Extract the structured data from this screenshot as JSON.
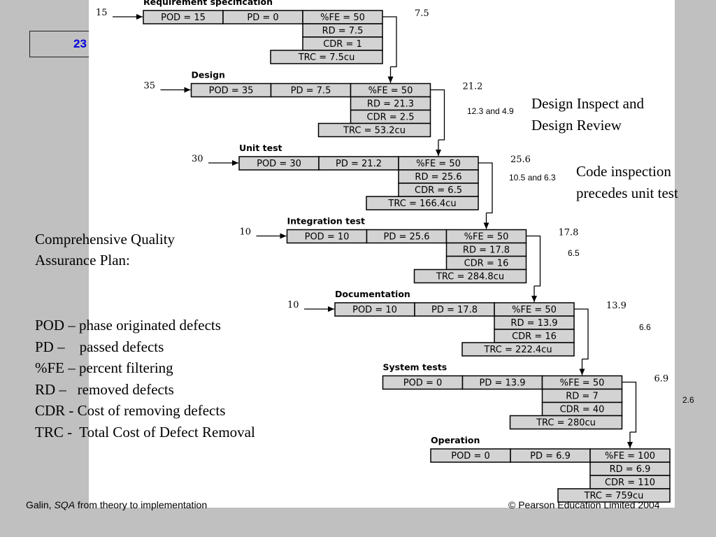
{
  "slide_number": "23",
  "plan_title": "Comprehensive Quality Assurance Plan:",
  "legend": [
    "POD – phase originated defects",
    "PD –    passed defects",
    "%FE – percent filtering",
    "RD –   removed defects",
    "CDR - Cost of removing defects",
    "TRC -  Total Cost of Defect Removal"
  ],
  "notes": {
    "design_inspect": "Design Inspect and Design Review",
    "design_values": "12.3 and 4.9",
    "code_inspection": "Code inspection precedes unit test",
    "unit_values": "10.5 and 6.3",
    "integration_value": "6.5",
    "documentation_value": "6.6",
    "system_value": "2.6"
  },
  "phases": [
    {
      "name": "Requirement specification",
      "input": "15",
      "pod": "POD = 15",
      "pd": "PD = 0",
      "fe": "%FE = 50",
      "rd": "RD = 7.5",
      "cdr": "CDR = 1",
      "trc": "TRC = 7.5cu",
      "output": "7.5"
    },
    {
      "name": "Design",
      "input": "35",
      "pod": "POD = 35",
      "pd": "PD = 7.5",
      "fe": "%FE = 50",
      "rd": "RD = 21.3",
      "cdr": "CDR = 2.5",
      "trc": "TRC = 53.2cu",
      "output": "21.2"
    },
    {
      "name": "Unit test",
      "input": "30",
      "pod": "POD = 30",
      "pd": "PD = 21.2",
      "fe": "%FE = 50",
      "rd": "RD = 25.6",
      "cdr": "CDR = 6.5",
      "trc": "TRC = 166.4cu",
      "output": "25.6"
    },
    {
      "name": "Integration test",
      "input": "10",
      "pod": "POD = 10",
      "pd": "PD = 25.6",
      "fe": "%FE = 50",
      "rd": "RD = 17.8",
      "cdr": "CDR = 16",
      "trc": "TRC = 284.8cu",
      "output": "17.8"
    },
    {
      "name": "Documentation",
      "input": "10",
      "pod": "POD = 10",
      "pd": "PD = 17.8",
      "fe": "%FE = 50",
      "rd": "RD = 13.9",
      "cdr": "CDR = 16",
      "trc": "TRC = 222.4cu",
      "output": "13.9"
    },
    {
      "name": "System tests",
      "input": "",
      "pod": "POD = 0",
      "pd": "PD = 13.9",
      "fe": "%FE = 50",
      "rd": "RD = 7",
      "cdr": "CDR = 40",
      "trc": "TRC = 280cu",
      "output": "6.9"
    },
    {
      "name": "Operation",
      "input": "",
      "pod": "POD = 0",
      "pd": "PD = 6.9",
      "fe": "%FE = 100",
      "rd": "RD = 6.9",
      "cdr": "CDR = 110",
      "trc": "TRC = 759cu",
      "output": ""
    }
  ],
  "footer": {
    "left_author": "Galin, ",
    "left_title": "SQA",
    "left_rest": " from theory to implementation",
    "right": "© Pearson Education Limited 2004"
  }
}
